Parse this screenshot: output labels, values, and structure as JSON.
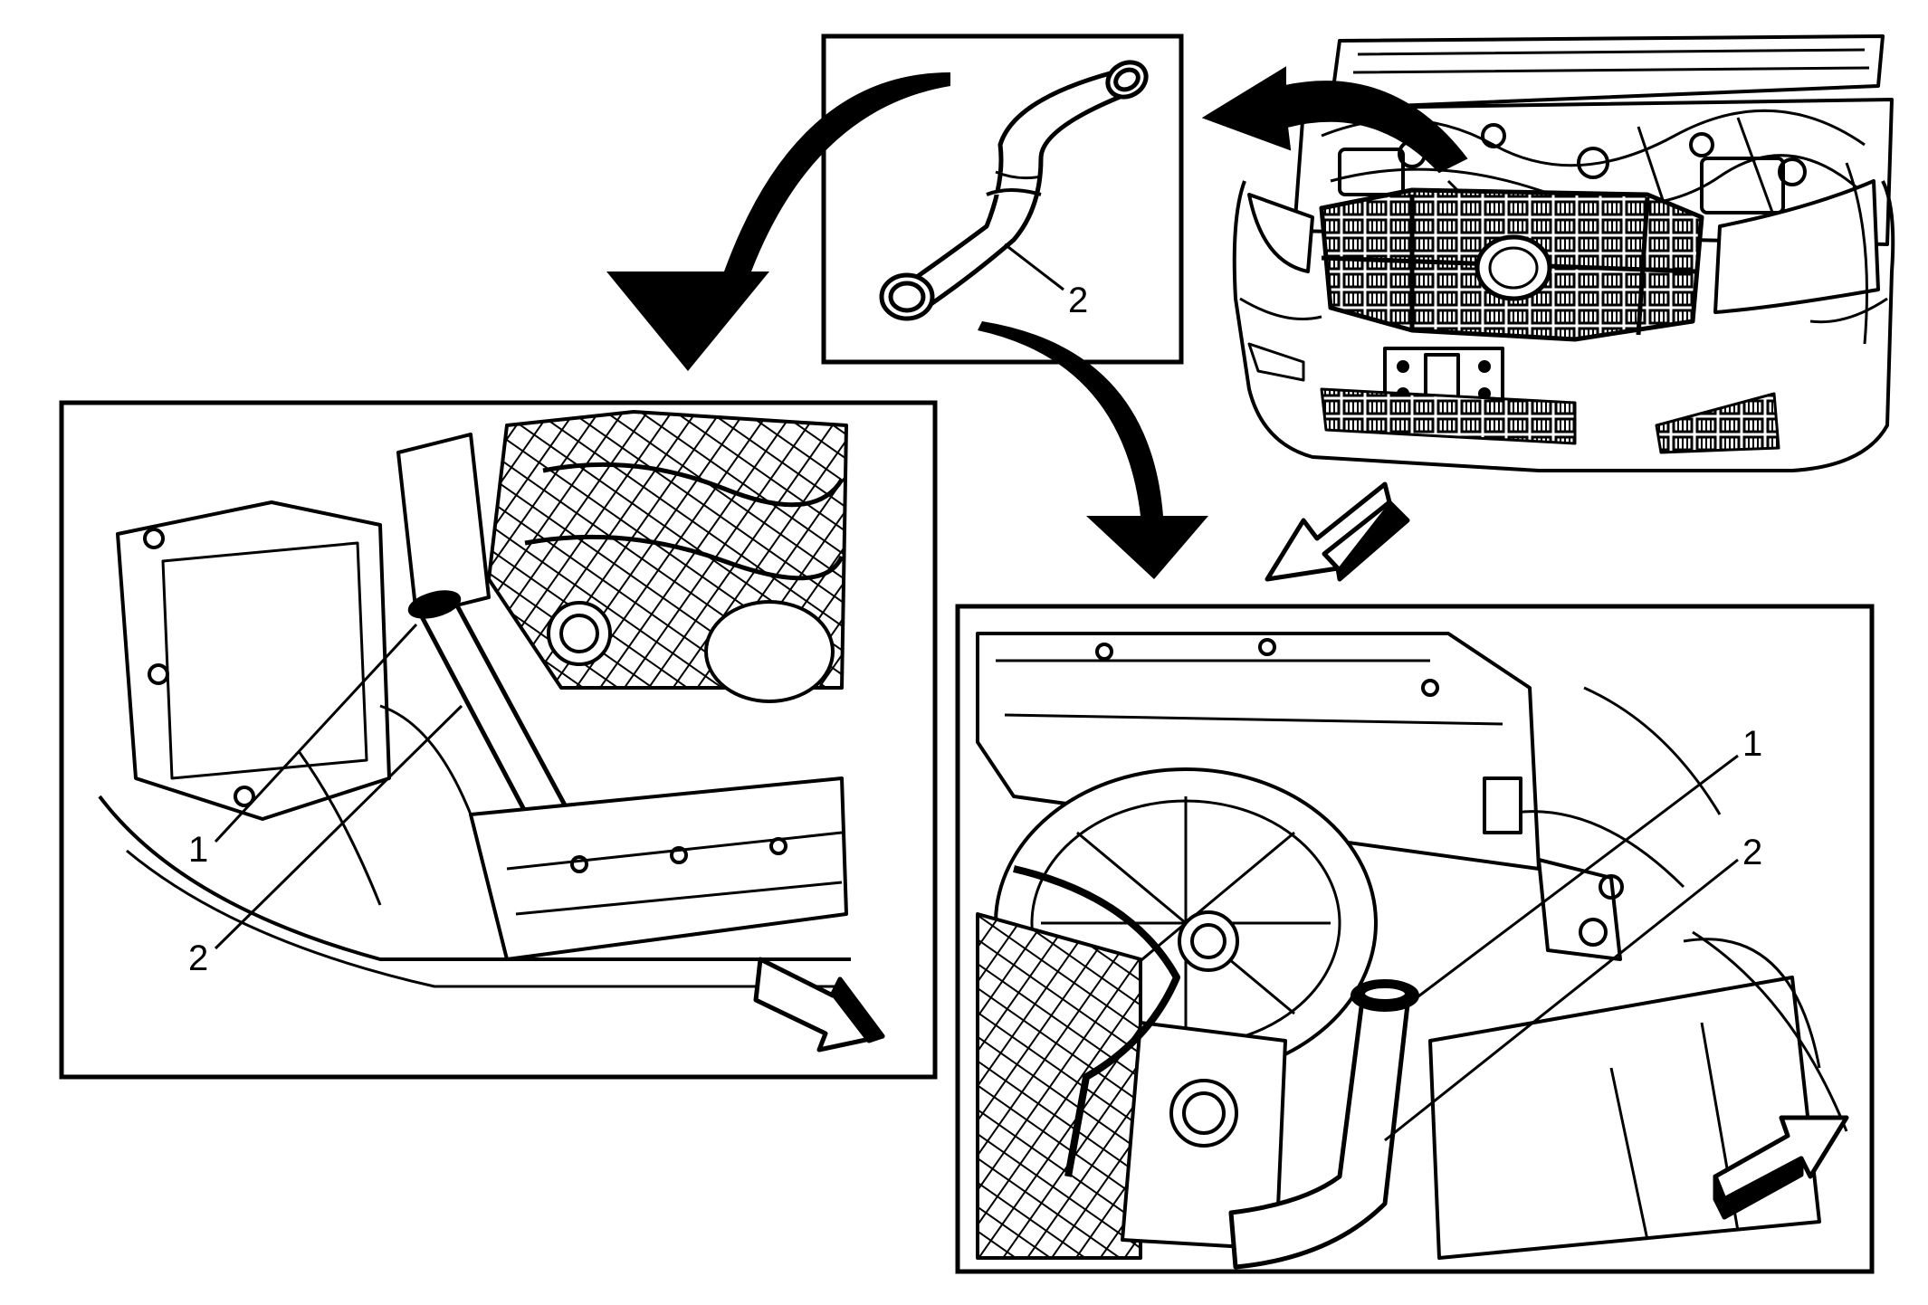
{
  "colors": {
    "ink": "#000000",
    "paper": "#ffffff",
    "hose_tint": "#ffffff"
  },
  "panels": {
    "hose_detail": {
      "callouts": [
        {
          "label": "2"
        }
      ]
    },
    "engine_left": {
      "callouts": [
        {
          "label": "1"
        },
        {
          "label": "2"
        }
      ]
    },
    "engine_right": {
      "callouts": [
        {
          "label": "1"
        },
        {
          "label": "2"
        }
      ]
    }
  },
  "icons": [
    "curved-arrow-icon",
    "view-direction-arrow-icon",
    "vehicle-front-view"
  ]
}
